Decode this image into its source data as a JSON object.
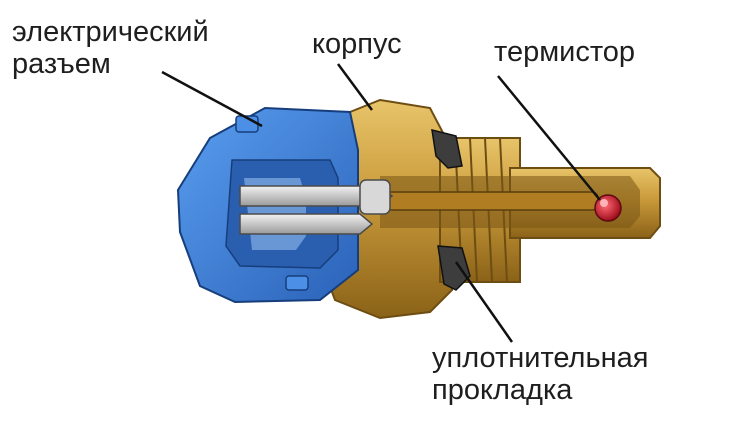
{
  "labels": {
    "connector": {
      "line1": "электрический",
      "line2": "разъем"
    },
    "housing": "корпус",
    "thermistor": "термистор",
    "gasket": {
      "line1": "уплотнительная",
      "line2": "прокладка"
    }
  },
  "colors": {
    "connector_blue": "#3a7fd6",
    "connector_dark": "#1f4f9e",
    "brass": "#c99a3a",
    "brass_dark": "#8a6218",
    "metal_pin": "#c8c8c8",
    "thermistor_red": "#d0192a",
    "leader_line": "#111111"
  }
}
